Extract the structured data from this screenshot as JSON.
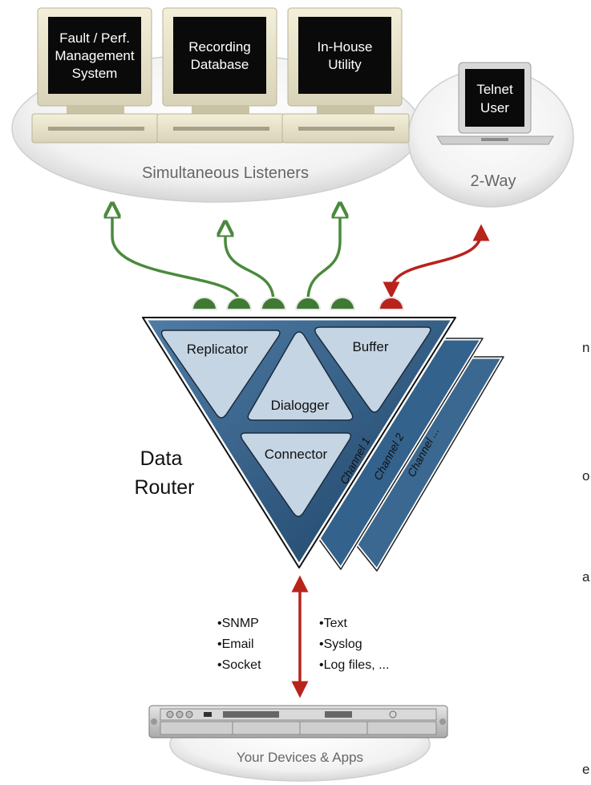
{
  "listeners_group": {
    "label": "Simultaneous Listeners",
    "computers": [
      {
        "line1": "Fault / Perf.",
        "line2": "Management",
        "line3": "System"
      },
      {
        "line1": "Recording",
        "line2": "Database"
      },
      {
        "line1": "In-House",
        "line2": "Utility"
      }
    ]
  },
  "two_way_group": {
    "label": "2-Way",
    "laptop": {
      "line1": "Telnet",
      "line2": "User"
    }
  },
  "router": {
    "title_line1": "Data",
    "title_line2": "Router",
    "modules": {
      "replicator": "Replicator",
      "buffer": "Buffer",
      "dialogger": "Dialogger",
      "connector": "Connector"
    },
    "channels": [
      "Channel 1",
      "Channel 2",
      "Channel ..."
    ]
  },
  "protocols": {
    "left": [
      "•SNMP",
      "•Email",
      "•Socket"
    ],
    "right": [
      "•Text",
      "•Syslog",
      "•Log files, ..."
    ]
  },
  "devices": {
    "label": "Your Devices & Apps"
  },
  "margin_letters": [
    "n",
    "o",
    "a",
    "e"
  ],
  "colors": {
    "green_arrow": "#4a8a3c",
    "red_arrow": "#b8231c",
    "router_blue": "#2d5a85",
    "module_fill": "#c5d5e4"
  }
}
